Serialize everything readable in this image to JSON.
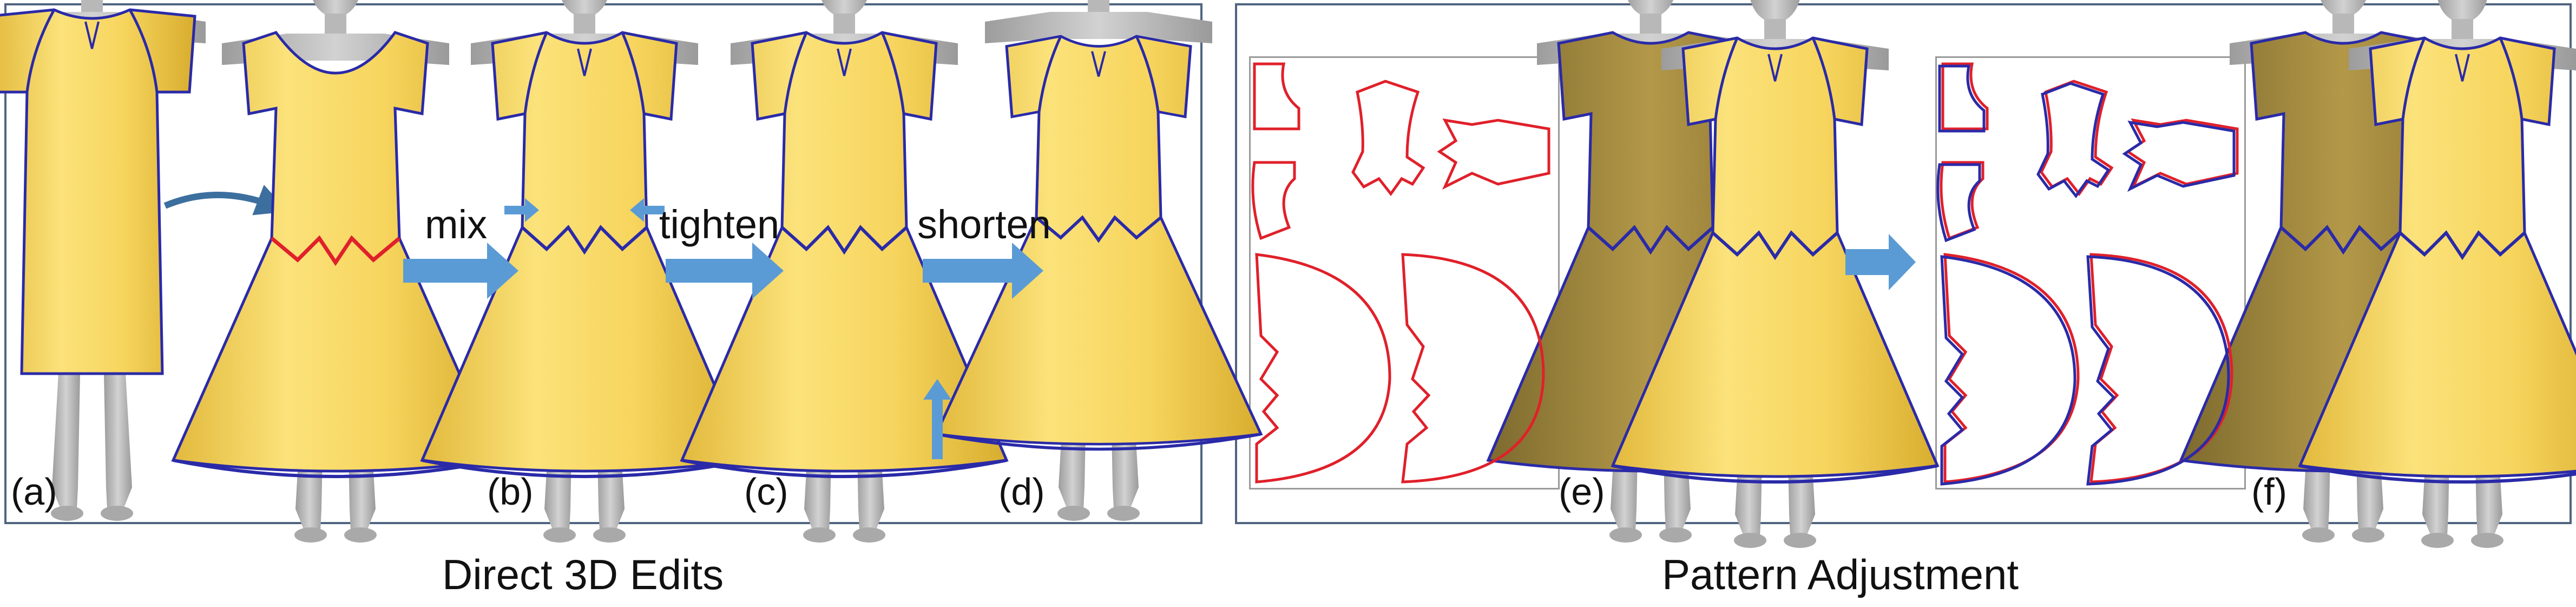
{
  "captions": {
    "left": "Direct 3D Edits",
    "right": "Pattern Adjustment"
  },
  "sublabels": {
    "a": "(a)",
    "b": "(b)",
    "c": "(c)",
    "d": "(d)",
    "e": "(e)",
    "f": "(f)"
  },
  "operations": {
    "mix": "mix",
    "tighten": "tighten",
    "shorten": "shorten"
  },
  "colors": {
    "panel_border": "#4f6480",
    "dress_yellow": "#f5d35a",
    "dress_shadow": "#d9ae2c",
    "dress_dark": "#9c8336",
    "seam_blue": "#2a2aa8",
    "seam_red": "#e0202a",
    "arrow_blue": "#5b9bd5",
    "mannequin": "#b4b4b4"
  }
}
